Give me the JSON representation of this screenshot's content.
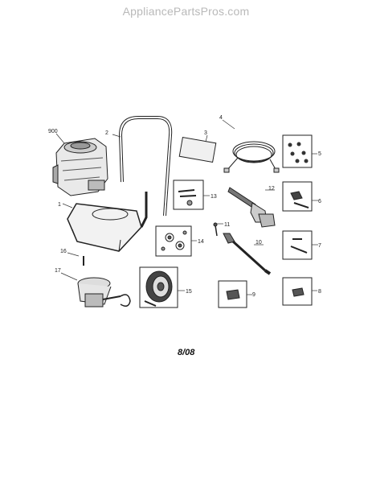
{
  "watermark": "AppliancePartsPros.com",
  "date_code": "8/08",
  "callouts": {
    "c900": "900",
    "c1": "1",
    "c2": "2",
    "c3": "3",
    "c4": "4",
    "c5": "5",
    "c6": "6",
    "c7": "7",
    "c8": "8",
    "c9": "9",
    "c10": "10",
    "c11": "11",
    "c12": "12",
    "c13": "13",
    "c14": "14",
    "c15": "15",
    "c16": "16",
    "c17": "17"
  }
}
